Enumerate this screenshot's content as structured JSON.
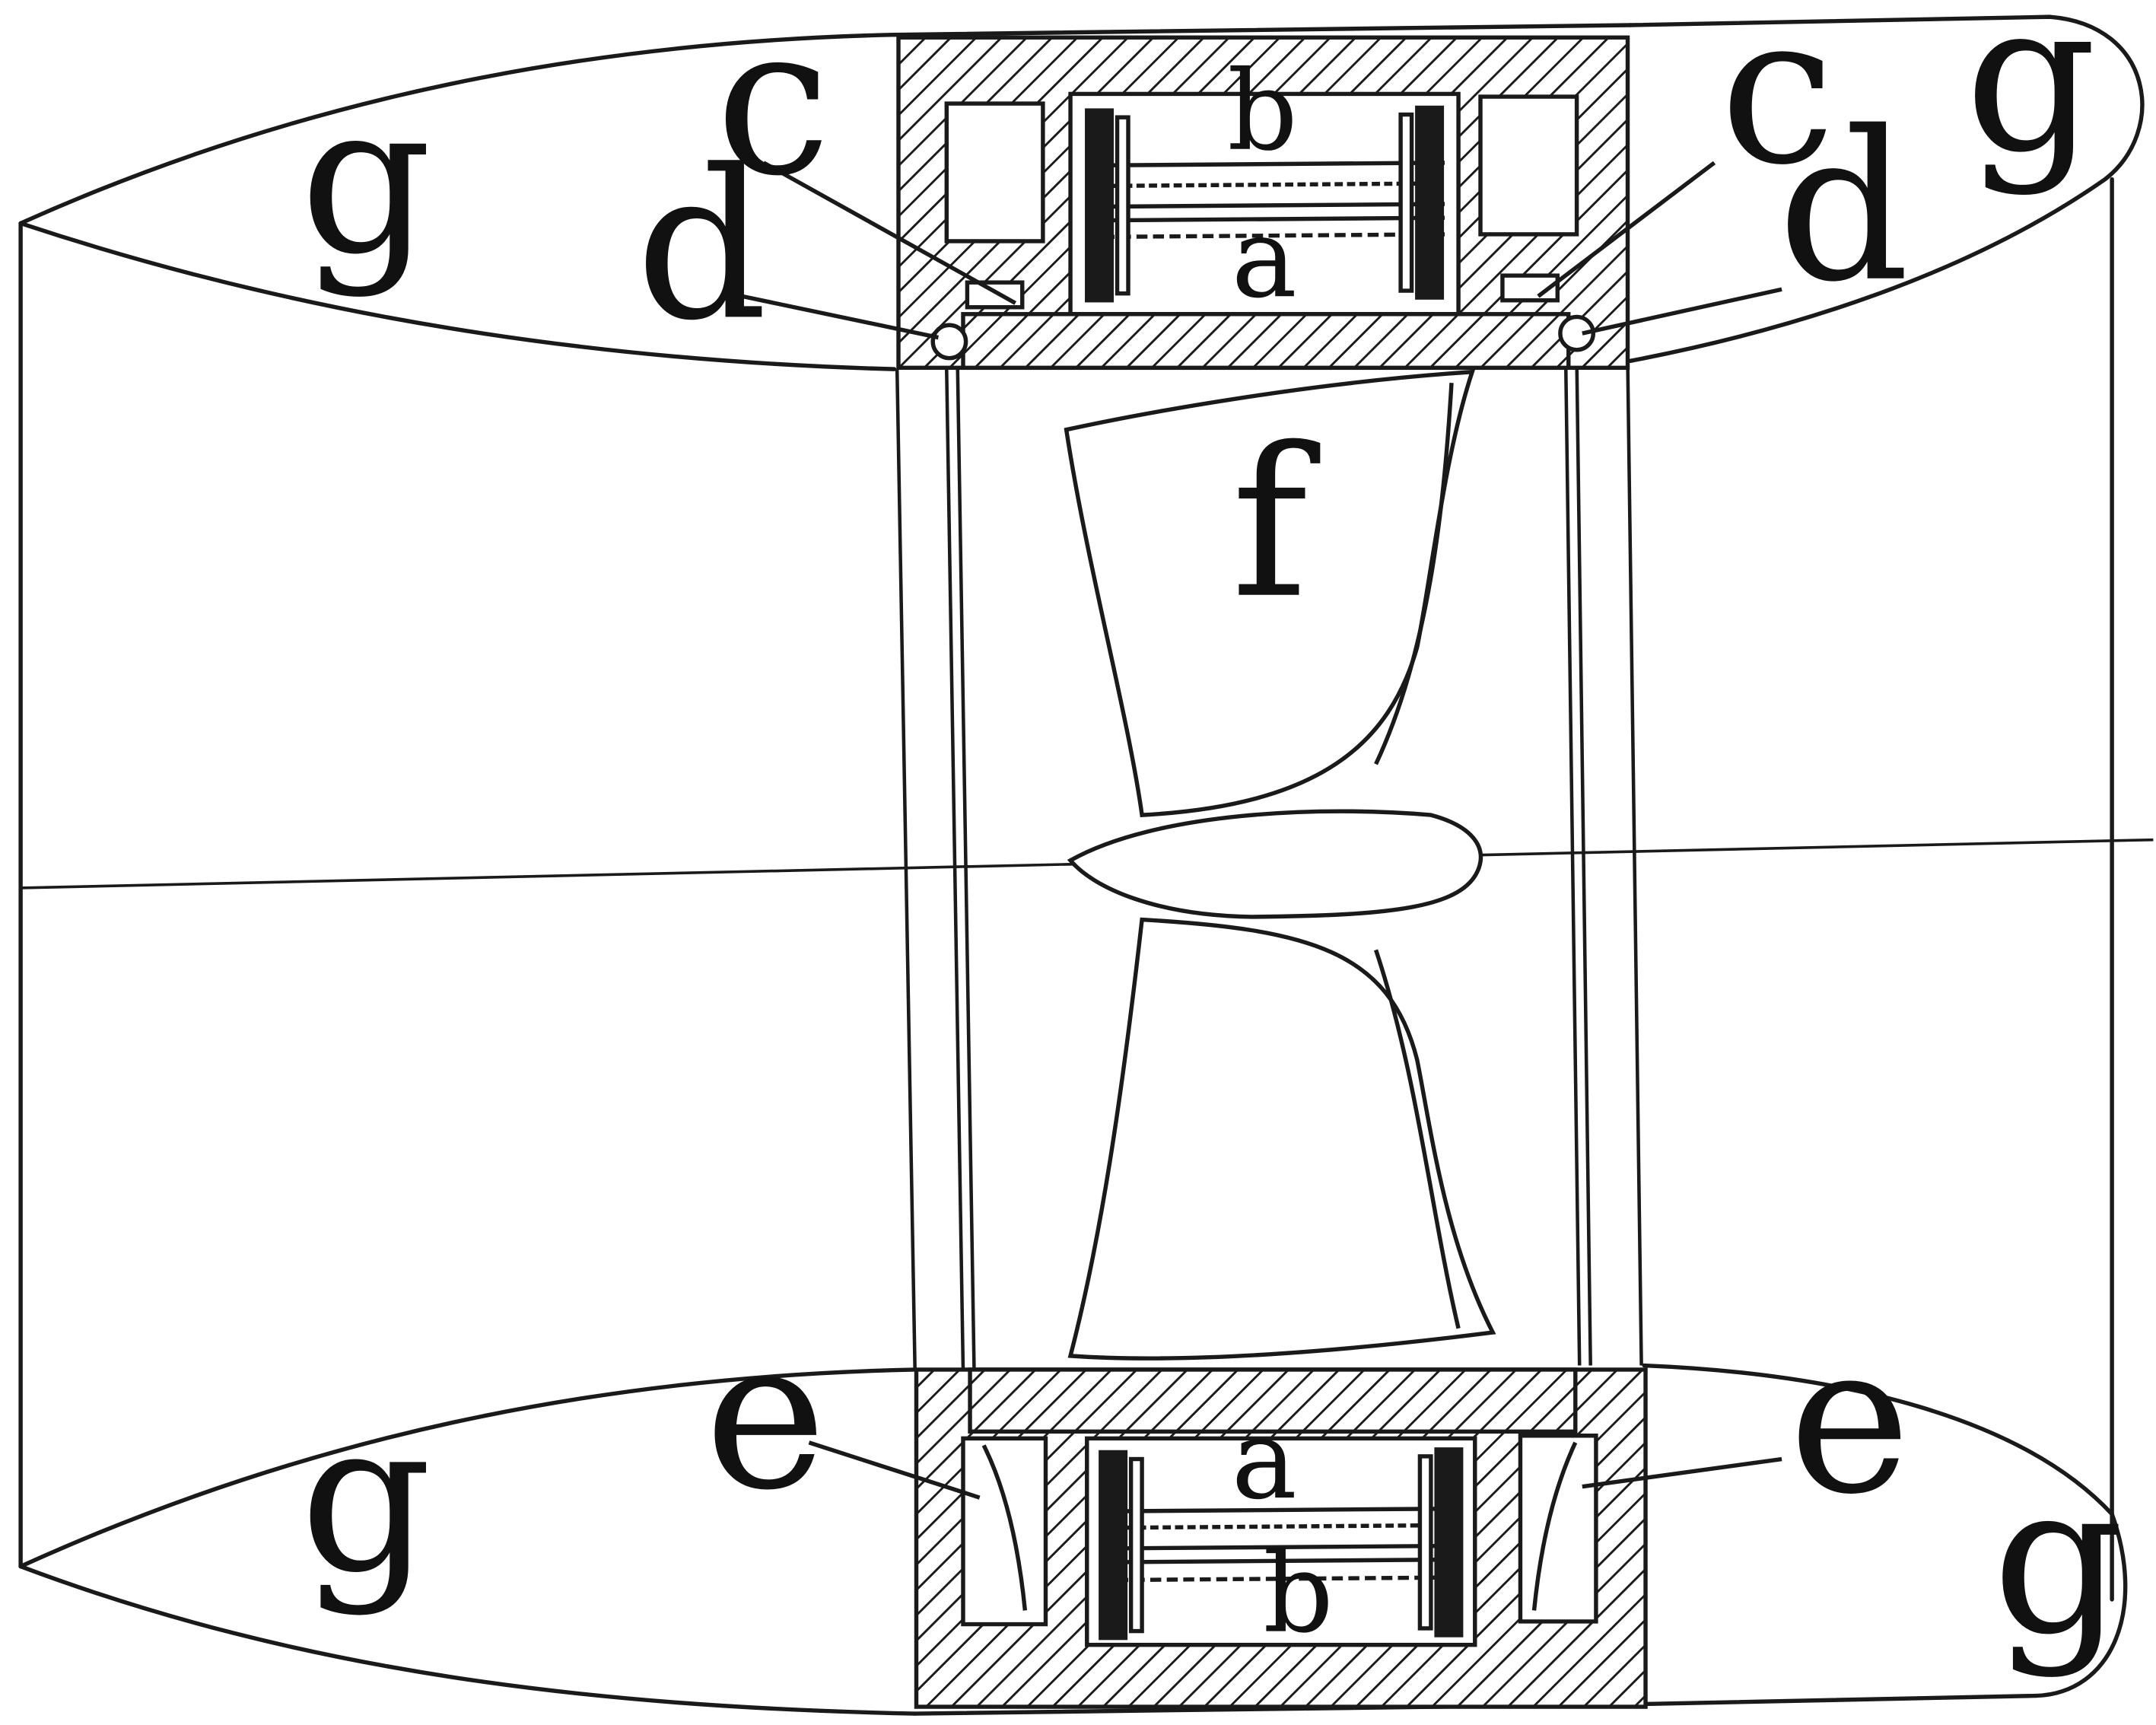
{
  "labels": {
    "a": "a",
    "b": "b",
    "c": "c",
    "d": "d",
    "e": "e",
    "f": "f",
    "g": "g"
  },
  "colors": {
    "ink": "#1a1a1a",
    "paper": "#ffffff"
  }
}
